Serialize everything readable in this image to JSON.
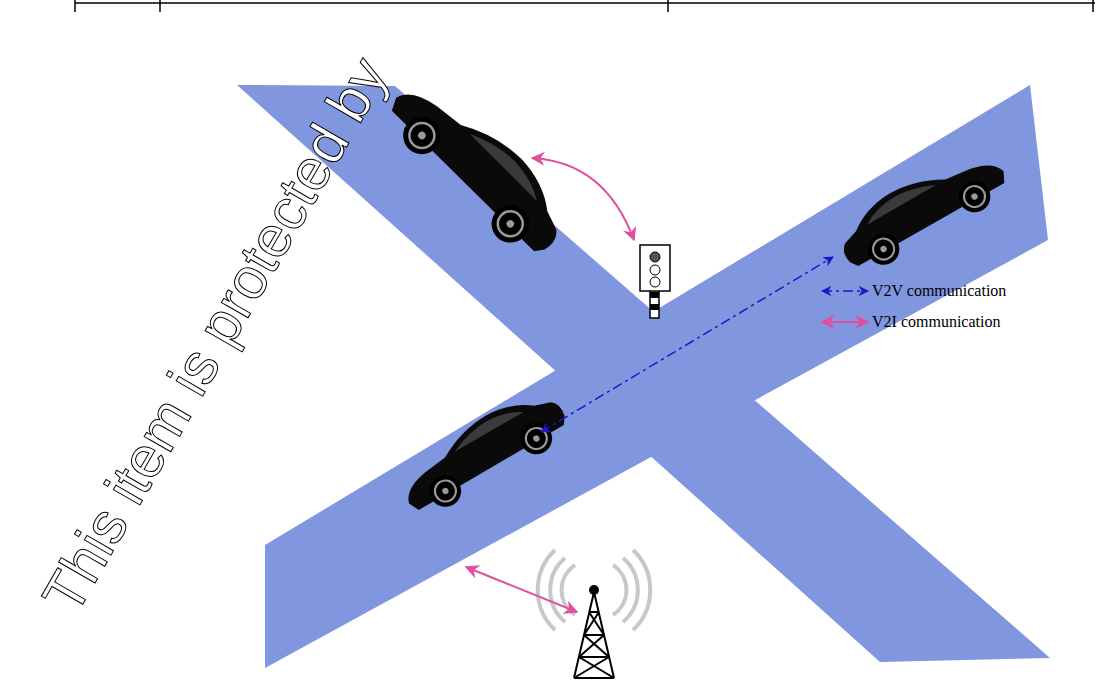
{
  "diagram": {
    "labels": [
      "This item is protected by"
    ],
    "legend": [
      {
        "text": "V2V communication"
      },
      {
        "text": "V2I communication"
      }
    ]
  }
}
